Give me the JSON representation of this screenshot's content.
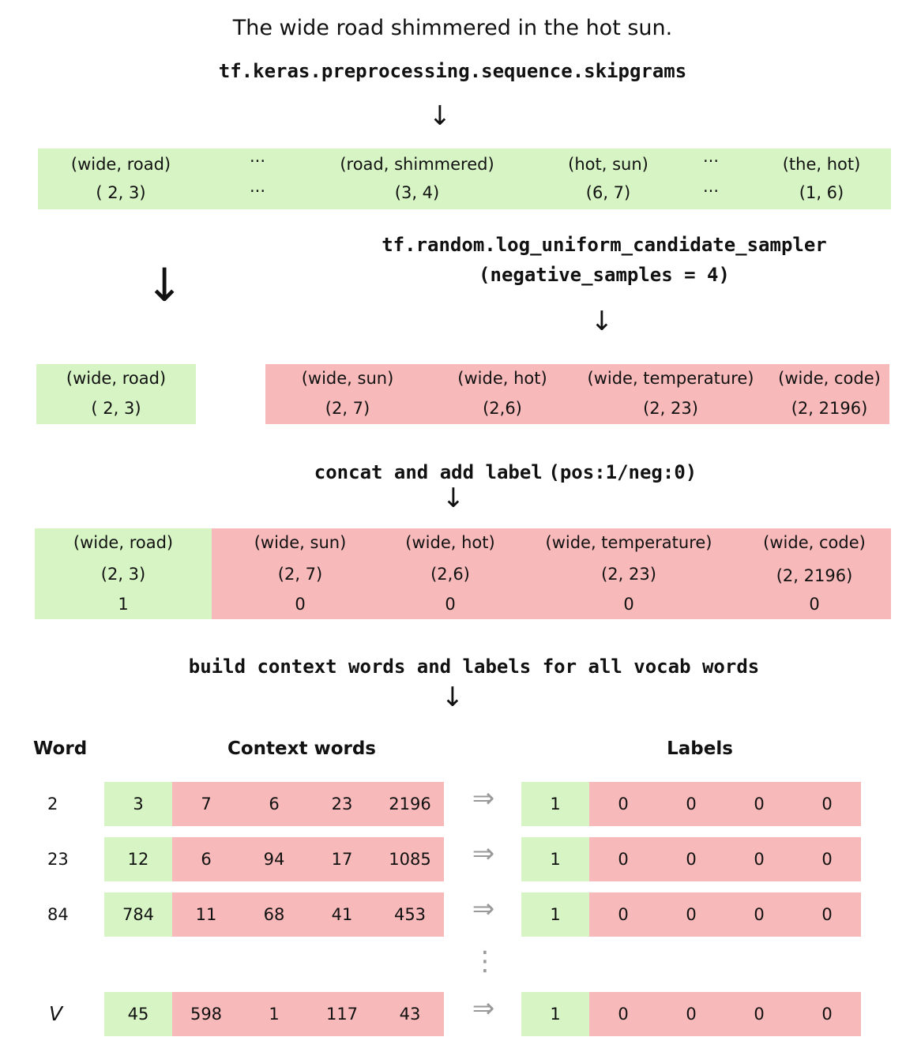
{
  "sentence": "The wide road shimmered in the hot sun.",
  "skipgrams_fn": "tf.keras.preprocessing.sequence.skipgrams",
  "arrow": "↓",
  "ellipsis": "···",
  "vdots": "⋮",
  "implies": "⇒",
  "skipgram_pairs": [
    {
      "words": "(wide, road)",
      "ids": "( 2, 3)"
    },
    {
      "words": "(road, shimmered)",
      "ids": "(3, 4)"
    },
    {
      "words": "(hot, sun)",
      "ids": "(6, 7)"
    },
    {
      "words": "(the, hot)",
      "ids": "(1, 6)"
    }
  ],
  "sampler_fn": "tf.random.log_uniform_candidate_sampler",
  "sampler_args": "(negative_samples = 4)",
  "positive_pair": {
    "words": "(wide, road)",
    "ids": "( 2, 3)"
  },
  "negative_pairs": [
    {
      "words": "(wide, sun)",
      "ids": "(2, 7)"
    },
    {
      "words": "(wide, hot)",
      "ids": "(2,6)"
    },
    {
      "words": "(wide, temperature)",
      "ids": "(2, 23)"
    },
    {
      "words": "(wide, code)",
      "ids": "(2, 2196)"
    }
  ],
  "concat_step": {
    "code": "concat and add label",
    "label": "(pos:1/neg:0)"
  },
  "labeled_pairs": [
    {
      "words": "(wide, road)",
      "ids": "(2, 3)",
      "label": "1"
    },
    {
      "words": "(wide, sun)",
      "ids": "(2, 7)",
      "label": "0"
    },
    {
      "words": "(wide, hot)",
      "ids": "(2,6)",
      "label": "0"
    },
    {
      "words": "(wide, temperature)",
      "ids": "(2, 23)",
      "label": "0"
    },
    {
      "words": "(wide, code)",
      "ids": "(2, 2196)",
      "label": "0"
    }
  ],
  "build_step": "build context words and labels for all vocab words",
  "table": {
    "headers": {
      "word": "Word",
      "context": "Context words",
      "labels": "Labels"
    },
    "rows": [
      {
        "word": "2",
        "context": [
          "3",
          "7",
          "6",
          "23",
          "2196"
        ],
        "labels": [
          "1",
          "0",
          "0",
          "0",
          "0"
        ]
      },
      {
        "word": "23",
        "context": [
          "12",
          "6",
          "94",
          "17",
          "1085"
        ],
        "labels": [
          "1",
          "0",
          "0",
          "0",
          "0"
        ]
      },
      {
        "word": "84",
        "context": [
          "784",
          "11",
          "68",
          "41",
          "453"
        ],
        "labels": [
          "1",
          "0",
          "0",
          "0",
          "0"
        ]
      },
      {
        "word": "V",
        "context": [
          "45",
          "598",
          "1",
          "117",
          "43"
        ],
        "labels": [
          "1",
          "0",
          "0",
          "0",
          "0"
        ]
      }
    ]
  },
  "colors": {
    "positive": "#d7f5c4",
    "negative": "#f7b9b9",
    "implies_arrow": "#999999"
  }
}
